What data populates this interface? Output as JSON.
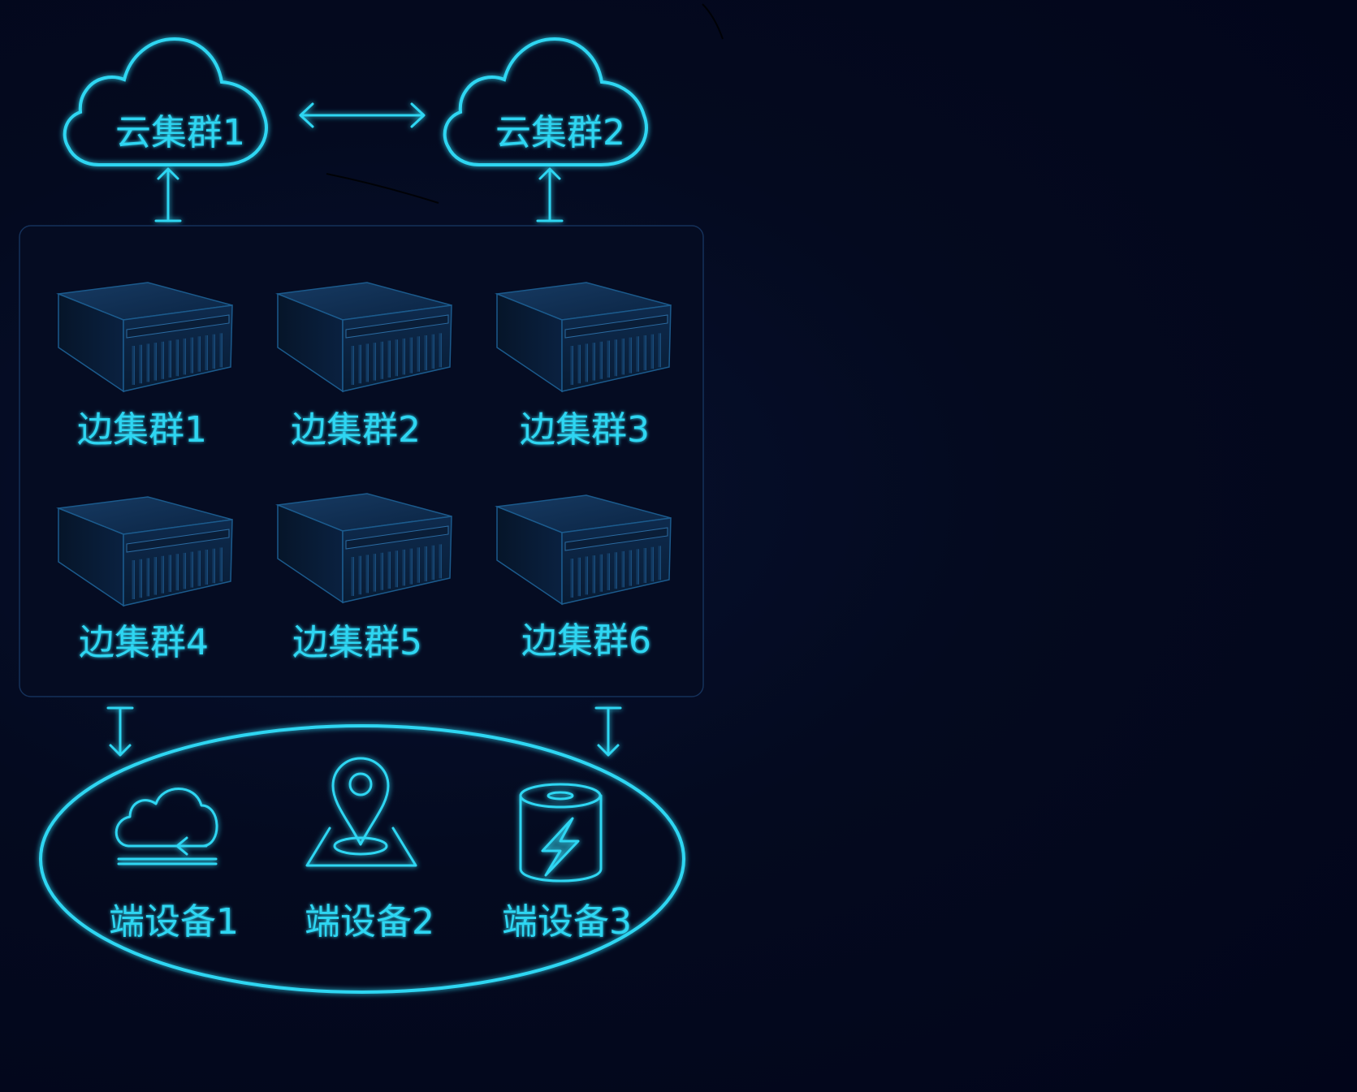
{
  "cloud_layer": {
    "clusters": [
      {
        "label": "云集群1"
      },
      {
        "label": "云集群2"
      }
    ]
  },
  "edge_layer": {
    "clusters": [
      {
        "label": "边集群1"
      },
      {
        "label": "边集群2"
      },
      {
        "label": "边集群3"
      },
      {
        "label": "边集群4"
      },
      {
        "label": "边集群5"
      },
      {
        "label": "边集群6"
      }
    ]
  },
  "device_layer": {
    "devices": [
      {
        "label": "端设备1",
        "icon": "cloud-sync-icon"
      },
      {
        "label": "端设备2",
        "icon": "location-pin-icon"
      },
      {
        "label": "端设备3",
        "icon": "battery-bolt-icon"
      }
    ]
  },
  "colors": {
    "accent": "#2fd6f2",
    "background": "#03071a",
    "server_body": "#0c2442",
    "server_edge": "#1b5a8c"
  }
}
